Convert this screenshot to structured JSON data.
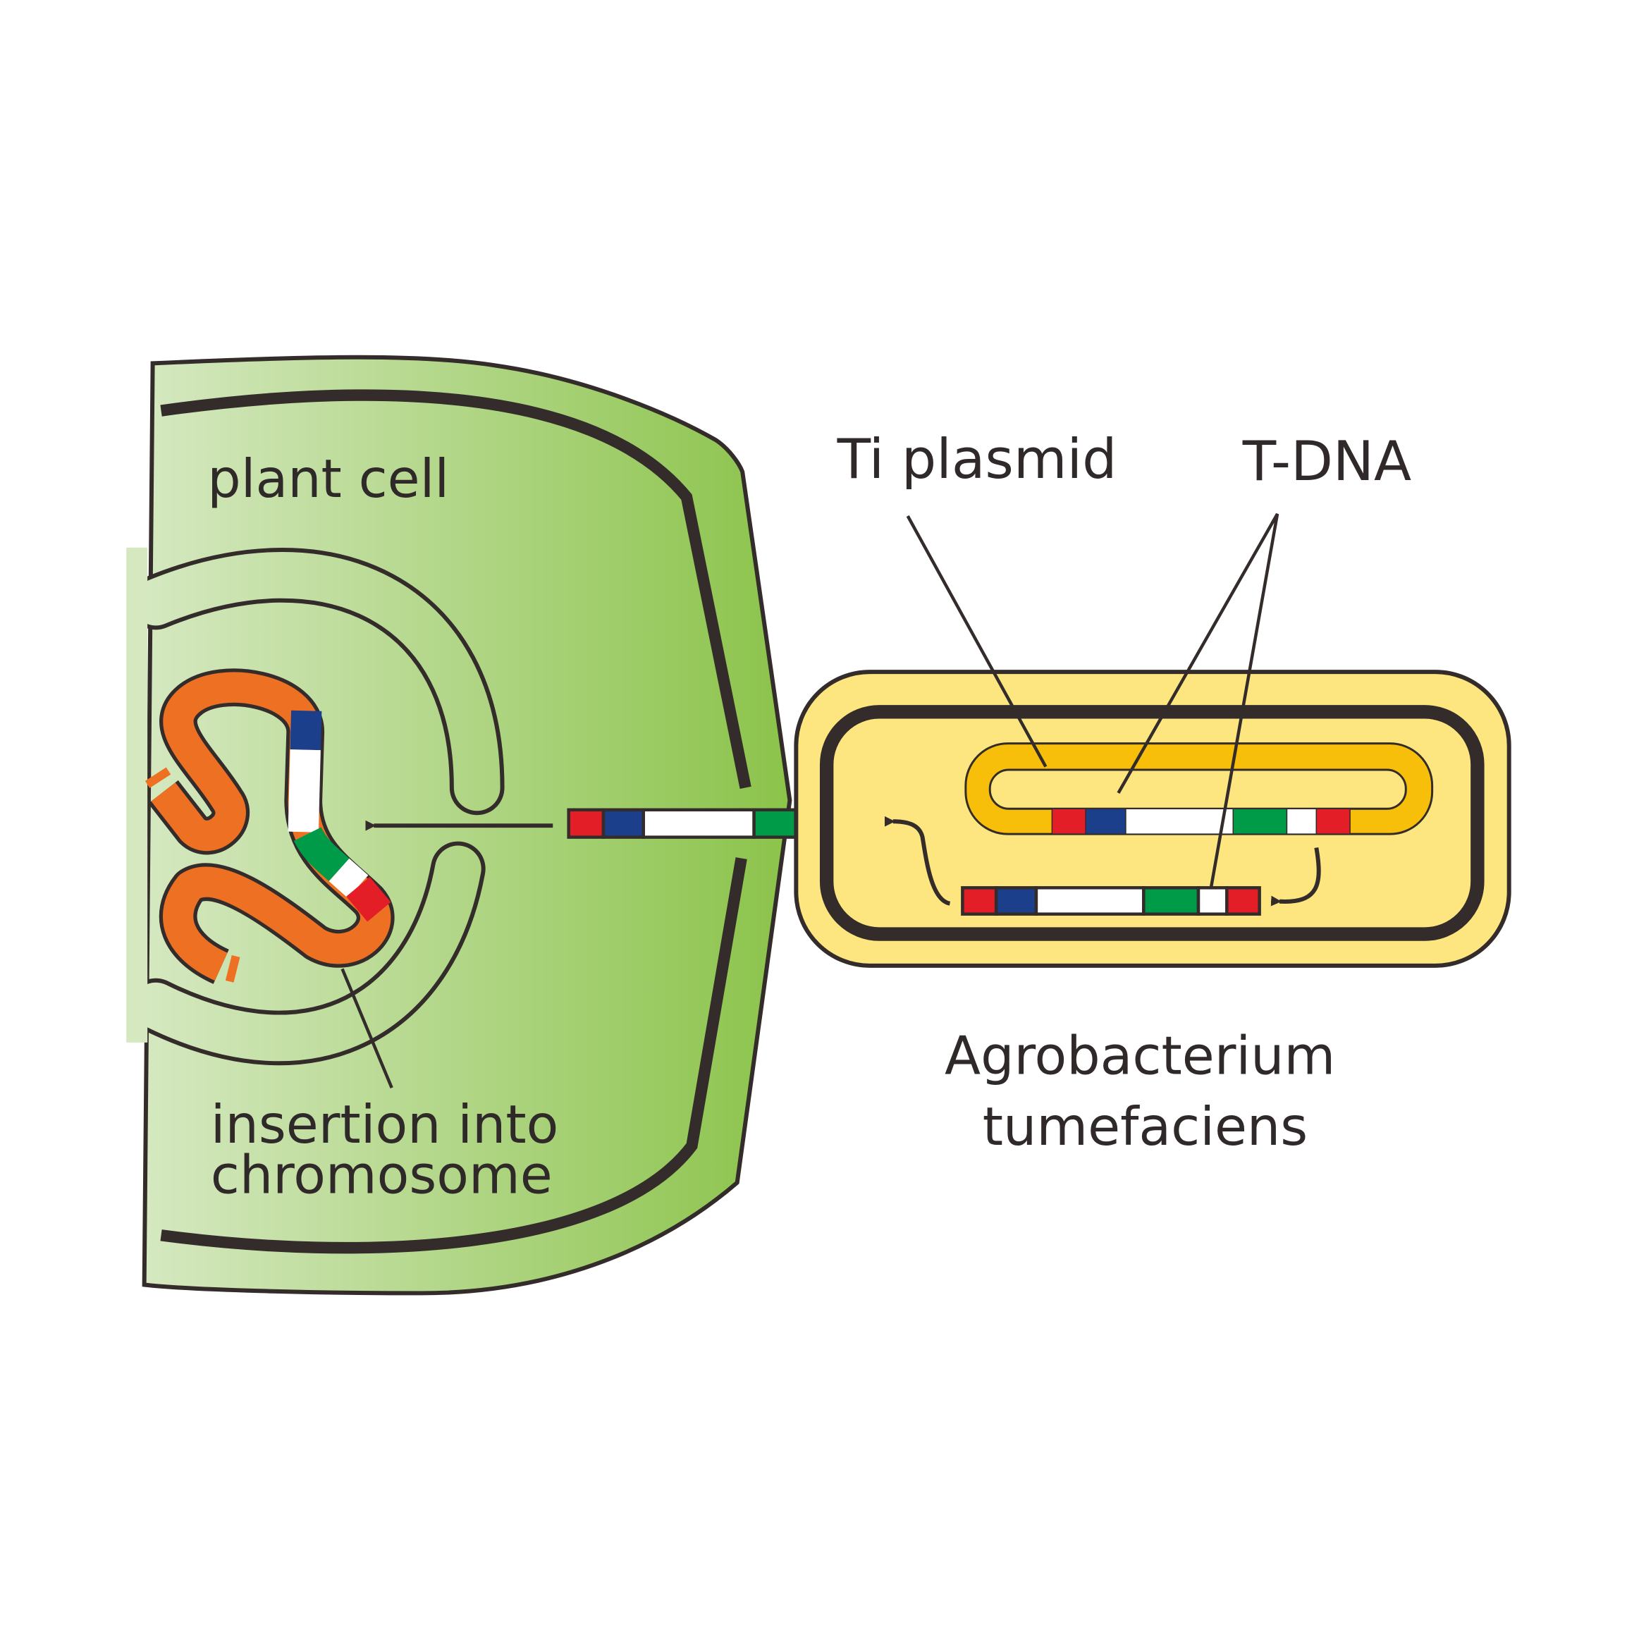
{
  "labels": {
    "plant_cell": "plant cell",
    "ti_plasmid": "Ti plasmid",
    "t_dna": "T-DNA",
    "insertion_line1": "insertion into",
    "insertion_line2": "chromosome",
    "bacterium_line1": "Agrobacterium",
    "bacterium_line2": "tumefaciens"
  },
  "colors": {
    "outline": "#332c2a",
    "cell_left": "#d5e8c0",
    "cell_right": "#8bc34a",
    "chromosome": "#ee7023",
    "bacterium": "#fde67f",
    "plasmid": "#f7bf0a",
    "red": "#e31e26",
    "blue": "#1b3f8b",
    "green": "#009b48",
    "white": "#ffffff"
  }
}
